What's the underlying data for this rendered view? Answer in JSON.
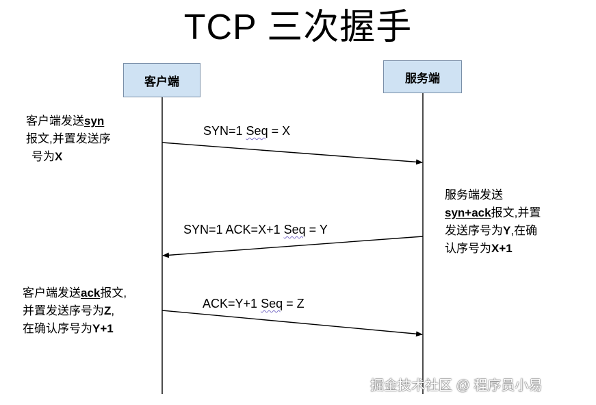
{
  "title": "TCP 三次握手",
  "nodes": {
    "client": "客户端",
    "server": "服务端"
  },
  "messages": {
    "m1": {
      "pre": "SYN=1  ",
      "seq_word": "Seq",
      "post": " = X"
    },
    "m2": {
      "pre": "SYN=1  ACK=X+1 ",
      "seq_word": "Seq",
      "post": " = Y"
    },
    "m3": {
      "pre": "ACK=Y+1 ",
      "seq_word": "Seq",
      "post": " = Z"
    }
  },
  "notes": {
    "client_step1": {
      "line1_pre": "客户端发送",
      "line1_bold": "syn",
      "line2": "报文,并置发送序",
      "line3_pre": "号为",
      "line3_bold": "X"
    },
    "server_step2": {
      "line1": "服务端发送",
      "line2_bold": "syn+ack",
      "line2_post": "报文,并置",
      "line3_pre": "发送序号为",
      "line3_bold": "Y",
      "line3_post": ",在确",
      "line4_pre": "认序号为",
      "line4_bold": "X+1"
    },
    "client_step3": {
      "line1_pre": "客户端发送",
      "line1_bold": "ack",
      "line1_post": "报文,",
      "line2_pre": "并置发送序号为",
      "line2_bold": "Z",
      "line2_post": ",",
      "line3_pre": "在确认序号为",
      "line3_bold": "Y+1"
    }
  },
  "watermark": "掘金技术社区 @ 程序员小易",
  "colors": {
    "node_fill": "#cfe2f3",
    "node_border": "#7a8fa8",
    "line": "#000000"
  }
}
